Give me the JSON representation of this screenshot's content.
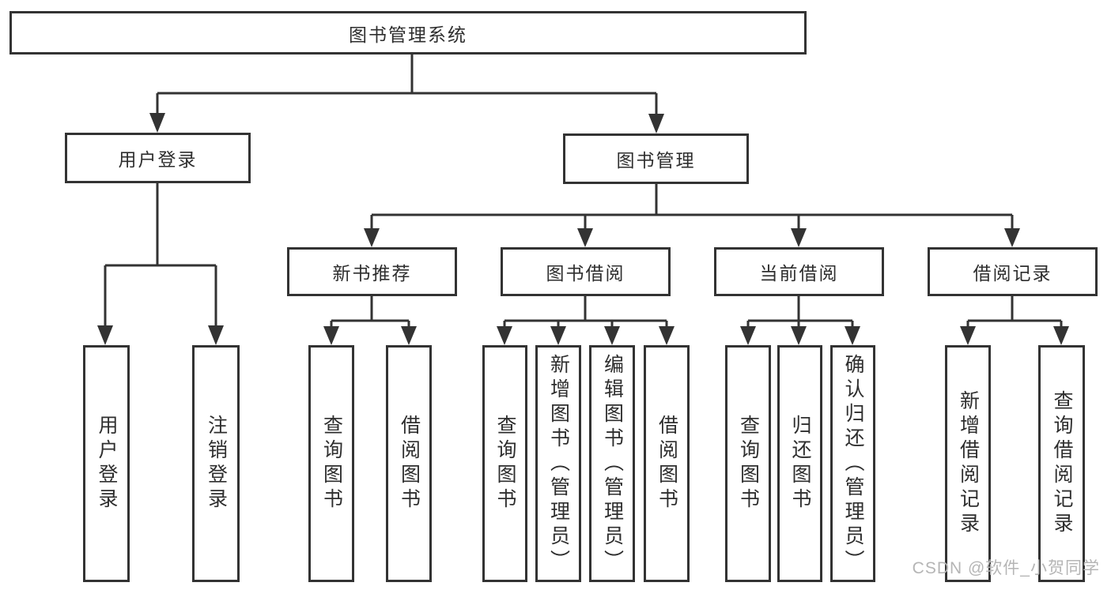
{
  "diagram": {
    "root": "图书管理系统",
    "level2": [
      "用户登录",
      "图书管理"
    ],
    "level3": [
      "新书推荐",
      "图书借阅",
      "当前借阅",
      "借阅记录"
    ],
    "leaves": {
      "userLogin": [
        "用户登录",
        "注销登录"
      ],
      "newBookRecommend": [
        "查询图书",
        "借阅图书"
      ],
      "bookBorrow": [
        "查询图书",
        "新增图书（管理员）",
        "编辑图书（管理员）",
        "借阅图书"
      ],
      "currentBorrow": [
        "查询图书",
        "归还图书",
        "确认归还（管理员）"
      ],
      "borrowRecord": [
        "新增借阅记录",
        "查询借阅记录"
      ]
    }
  },
  "watermark": "CSDN @软件_小贺同学",
  "colors": {
    "line": "#333333",
    "text": "#2e2e2e",
    "watermark": "#b5b5b5",
    "background": "#ffffff"
  }
}
